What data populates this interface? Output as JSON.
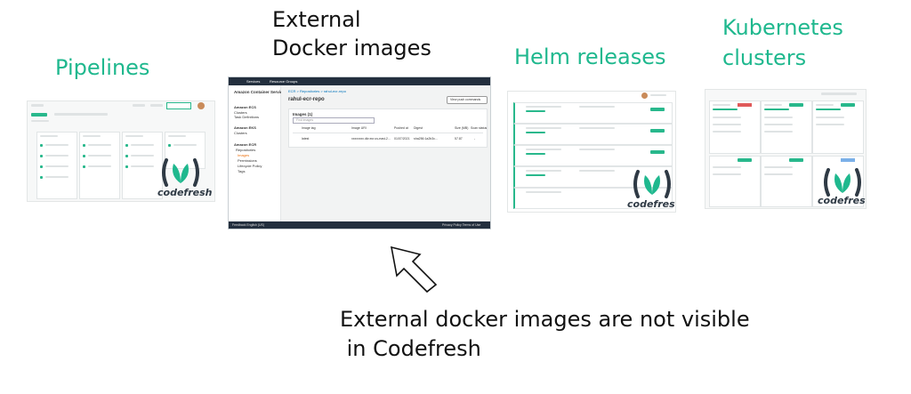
{
  "labels": {
    "pipelines": "Pipelines",
    "external_line1": "External",
    "external_line2": "Docker images",
    "helm": "Helm releases",
    "k8s_line1": "Kubernetes",
    "k8s_line2": "clusters",
    "caption_line1": "External docker images are not visible",
    "caption_line2": " in Codefresh"
  },
  "logo": {
    "word": "codefresh"
  },
  "aws_console": {
    "top_nav": [
      "Services",
      "Resource Groups"
    ],
    "side_title": "Amazon Container Services",
    "side_section1": "Amazon ECS",
    "side_items1": [
      "Clusters",
      "Task Definitions"
    ],
    "side_section2": "Amazon EKS",
    "side_items2": [
      "Clusters"
    ],
    "side_section3": "Amazon ECR",
    "side_items3": [
      "Repositories",
      "Images",
      "Permissions",
      "Lifecycle Policy",
      "Tags"
    ],
    "breadcrumb": "ECR > Repositories > rahul-ecr-repo",
    "repo_title": "rahul-ecr-repo",
    "push_button": "View push commands",
    "images_header": "Images (1)",
    "filter_placeholder": "Find images",
    "columns": [
      "Image tag",
      "Image URI",
      "Pushed at",
      "Digest",
      "Size (MB)",
      "Scan status"
    ],
    "row": [
      "latest",
      "xxxxxxxx.dkr.ecr.us-east-2...",
      "01/07/2021",
      "sha256:1a2b3c...",
      "57.87",
      "-"
    ],
    "footer_left": "Feedback   English (US)",
    "footer_right": "Privacy Policy   Terms of Use"
  },
  "colors": {
    "accent_green": "#1fb88e",
    "aws_dark": "#232f3e"
  },
  "icons": {
    "arrow": "outline-arrow-up-left",
    "logo": "codefresh-leaf-logo"
  }
}
